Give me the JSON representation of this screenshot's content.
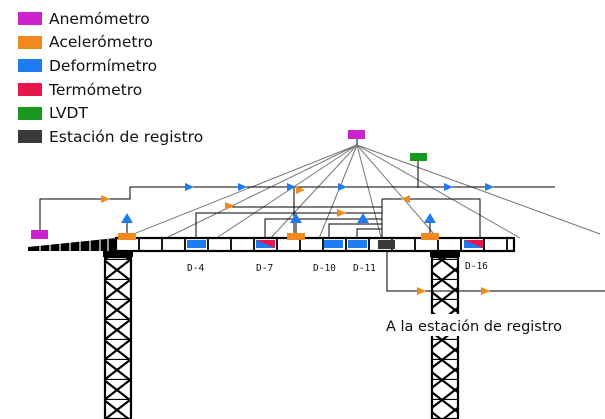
{
  "colors": {
    "anemometer": "#cc22cc",
    "accelerometer": "#f08a1e",
    "strain_gauge": "#1e7cf0",
    "thermometer": "#e8174b",
    "lvdt": "#16991e",
    "station": "#3a3a3a"
  },
  "legend": [
    {
      "label": "Anemómetro",
      "color": "#cc22cc"
    },
    {
      "label": "Acelerómetro",
      "color": "#f08a1e"
    },
    {
      "label": "Deformímetro",
      "color": "#1e7cf0"
    },
    {
      "label": "Termómetro",
      "color": "#e8174b"
    },
    {
      "label": "LVDT",
      "color": "#16991e"
    },
    {
      "label": "Estación de registro",
      "color": "#3a3a3a"
    }
  ],
  "section_labels": [
    "D-4",
    "D-7",
    "D-10",
    "D-11",
    "D-16"
  ],
  "note": "A la estación de registro"
}
